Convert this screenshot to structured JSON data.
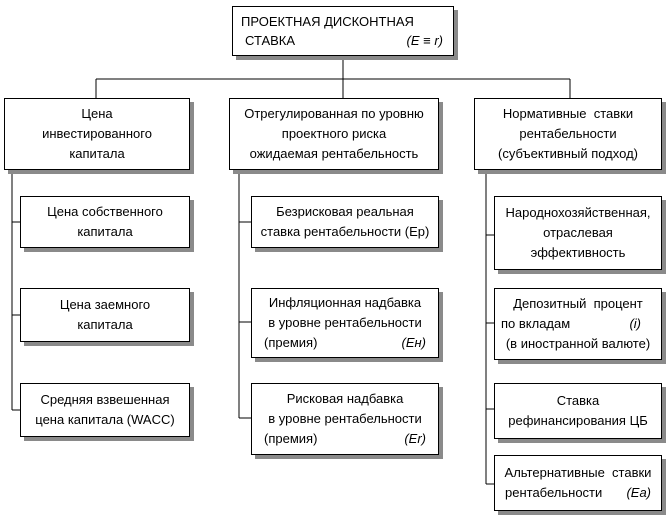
{
  "root": {
    "line1": "ПРОЕКТНАЯ ДИСКОНТНАЯ",
    "line2_left": "СТАВКА",
    "line2_right": "(E ≡ r)"
  },
  "categories": [
    {
      "title": [
        "Цена",
        "инвестированного",
        "капитала"
      ],
      "items": [
        [
          "Цена собственного",
          "капитала"
        ],
        [
          "Цена заемного",
          "капитала"
        ],
        [
          "Средняя взвешенная",
          "цена капитала (WACC)"
        ]
      ]
    },
    {
      "title": [
        "Отрегулированная по уровню",
        "проектного риска",
        "ожидаемая рентабельность"
      ],
      "items": [
        [
          "Безрисковая реальная",
          "ставка рентабельности (Ep)"
        ],
        [
          "Инфляционная надбавка",
          "в уровне рентабельности",
          "(премия)",
          "(Eн)"
        ],
        [
          "Рисковая надбавка",
          "в уровне рентабельности",
          "(премия)",
          "(Er)"
        ]
      ]
    },
    {
      "title": [
        "Нормативные  ставки",
        "рентабельности",
        "(субъективный подход)"
      ],
      "items": [
        [
          "Народнохозяйственная,",
          "отраслевая",
          "эффективность"
        ],
        [
          "Депозитный  процент",
          "по вкладам",
          "(i)",
          "(в иностранной валюте)"
        ],
        [
          "Ставка",
          "рефинансирования ЦБ"
        ],
        [
          "Альтернативные  ставки",
          "рентабельности",
          "(Ea)"
        ]
      ]
    }
  ]
}
